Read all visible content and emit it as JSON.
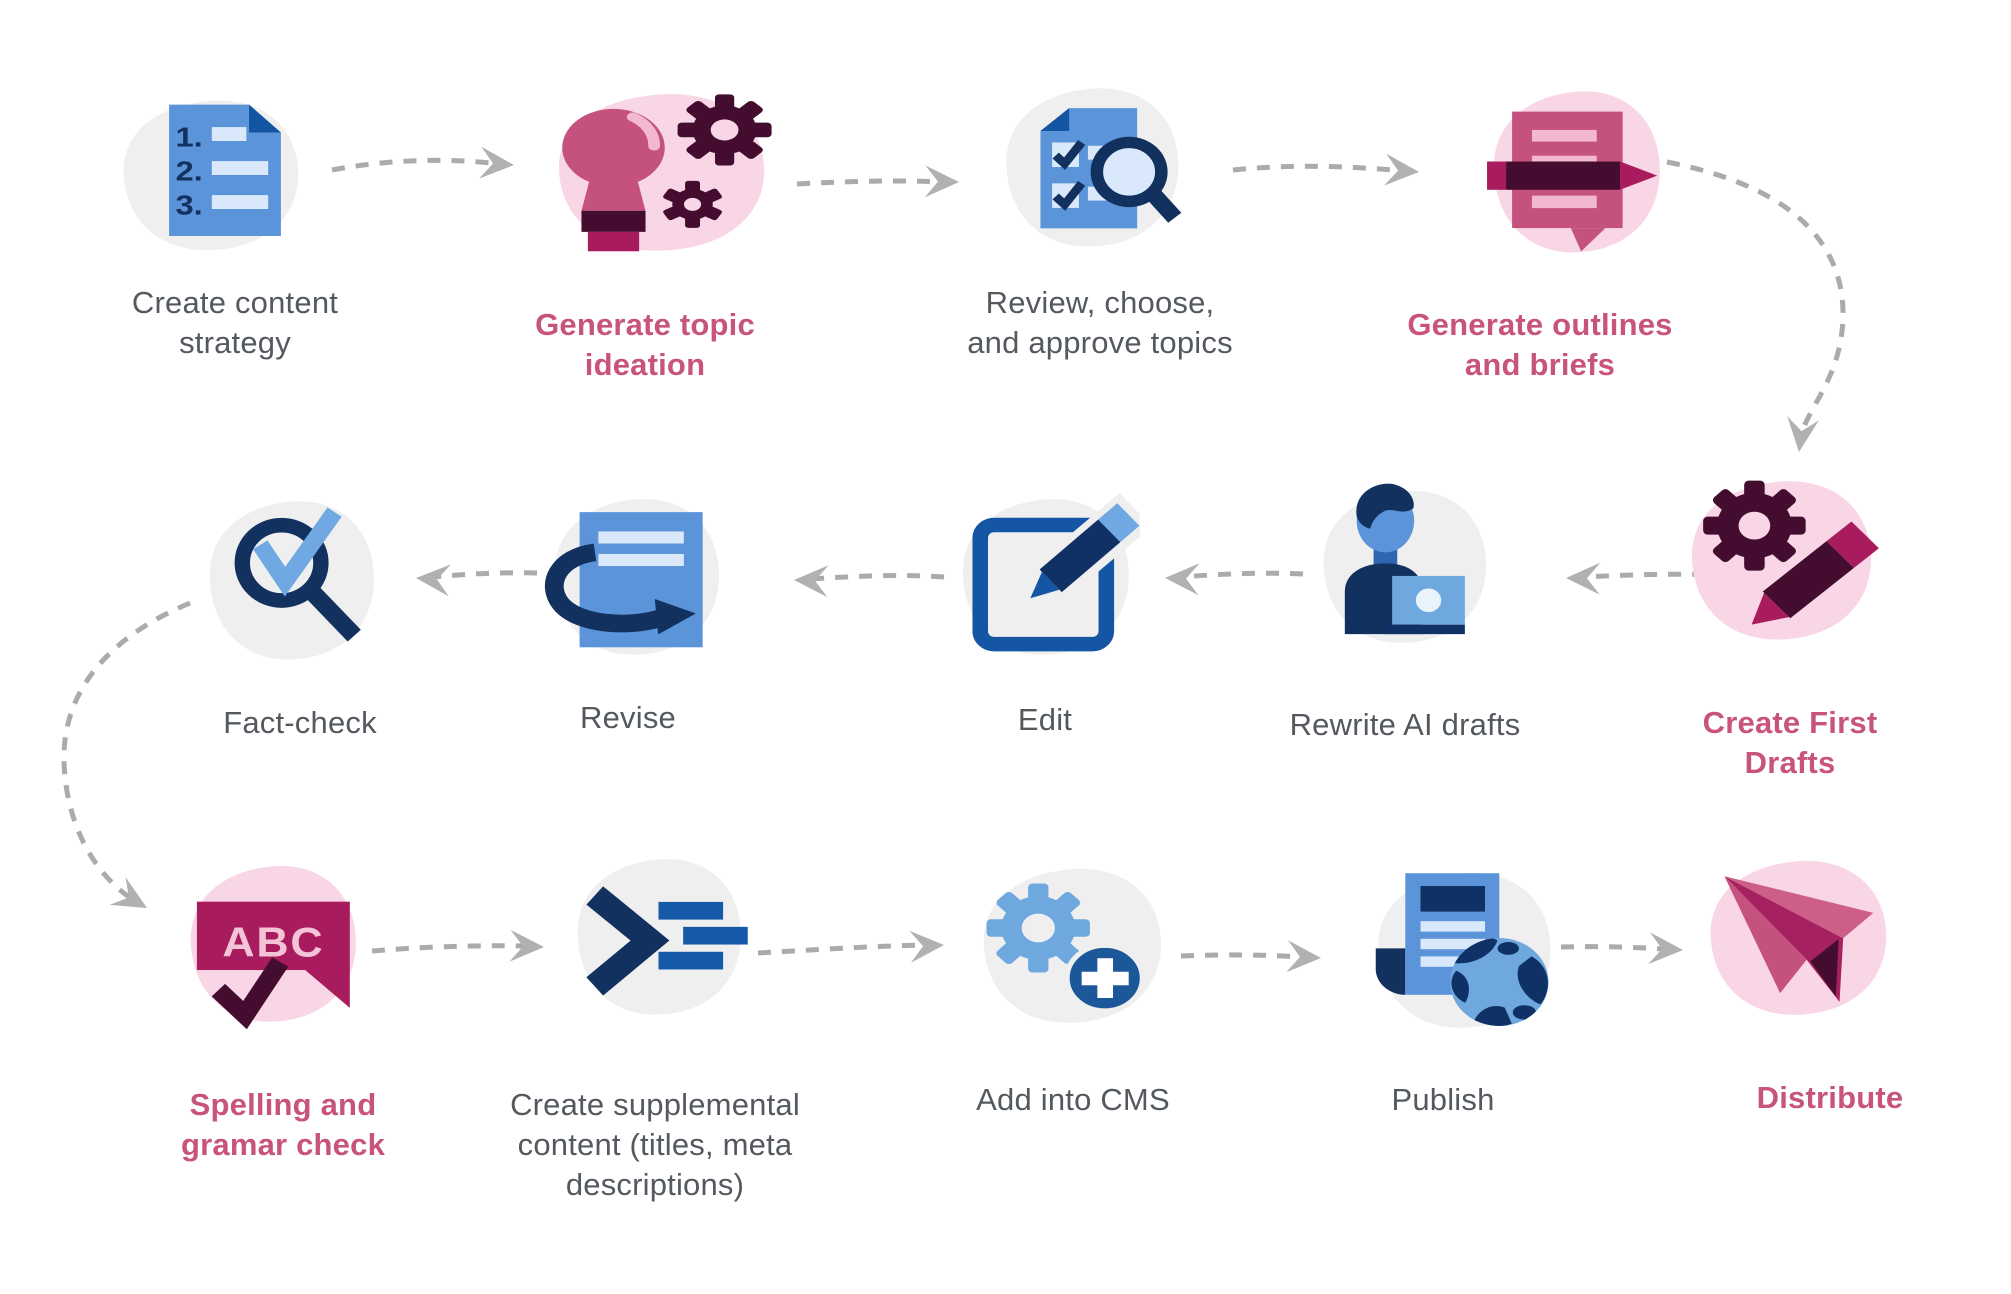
{
  "palette": {
    "gray_blob": "#EFEFF0",
    "pink_blob": "#F8D6E5",
    "rose": "#C5527E",
    "rose_light": "#F2B8D2",
    "rose_top": "#CC5E88",
    "maroon": "#440C2F",
    "magenta": "#A81B5C",
    "crimson": "#A6215F",
    "blue": "#5C94D9",
    "blue_fold": "#1355A3",
    "blue_dark": "#1456A4",
    "navy": "#12315F",
    "navy_deep": "#0F3166",
    "blue_mid": "#2E66B2",
    "blue_bar": "#1659A8",
    "plus_blue": "#1B5799",
    "blue_light": "#6FA8DF",
    "blue_check": "#6FA8E2",
    "blue_pale": "#D9E8FB",
    "laptop_dot": "#EAF3FC",
    "abc_pink": "#F3C3D8",
    "arrow": "#ABABAB",
    "arrow_head": "#B1B1B1",
    "text_gray": "#54595F",
    "text_pink": "#C8537C",
    "white": "#FFFFFF"
  },
  "icons": {
    "numbered_list_items": [
      "1.",
      "2.",
      "3."
    ],
    "abc_badge": "ABC"
  },
  "steps": [
    {
      "id": "create-content-strategy",
      "label": "Create content\nstrategy",
      "emphasis": "human",
      "icon": "numbered-list-document-icon"
    },
    {
      "id": "generate-topic-ideation",
      "label": "Generate topic\nideation",
      "emphasis": "ai",
      "icon": "lightbulb-gears-icon"
    },
    {
      "id": "review-choose-approve",
      "label": "Review, choose,\nand approve topics",
      "emphasis": "human",
      "icon": "checklist-magnifier-icon"
    },
    {
      "id": "generate-outlines-briefs",
      "label": "Generate outlines\nand briefs",
      "emphasis": "ai",
      "icon": "pencil-speech-bubble-icon"
    },
    {
      "id": "create-first-drafts",
      "label": "Create First\nDrafts",
      "emphasis": "ai",
      "icon": "gear-pencil-icon"
    },
    {
      "id": "rewrite-ai-drafts",
      "label": "Rewrite AI drafts",
      "emphasis": "human",
      "icon": "person-laptop-icon"
    },
    {
      "id": "edit",
      "label": "Edit",
      "emphasis": "human",
      "icon": "edit-square-pencil-icon"
    },
    {
      "id": "revise",
      "label": "Revise",
      "emphasis": "human",
      "icon": "document-loop-arrow-icon"
    },
    {
      "id": "fact-check",
      "label": "Fact-check",
      "emphasis": "human",
      "icon": "magnifier-checkmark-icon"
    },
    {
      "id": "spelling-grammar-check",
      "label": "Spelling and\ngramar check",
      "emphasis": "ai",
      "icon": "abc-bubble-checkmark-icon"
    },
    {
      "id": "create-supplemental-content",
      "label": "Create supplemental\ncontent (titles, meta\ndescriptions)",
      "emphasis": "human",
      "icon": "terminal-prompt-icon"
    },
    {
      "id": "add-into-cms",
      "label": "Add into CMS",
      "emphasis": "human",
      "icon": "gear-plus-icon"
    },
    {
      "id": "publish",
      "label": "Publish",
      "emphasis": "human",
      "icon": "news-globe-icon"
    },
    {
      "id": "distribute",
      "label": "Distribute",
      "emphasis": "ai",
      "icon": "paper-plane-icon"
    }
  ]
}
